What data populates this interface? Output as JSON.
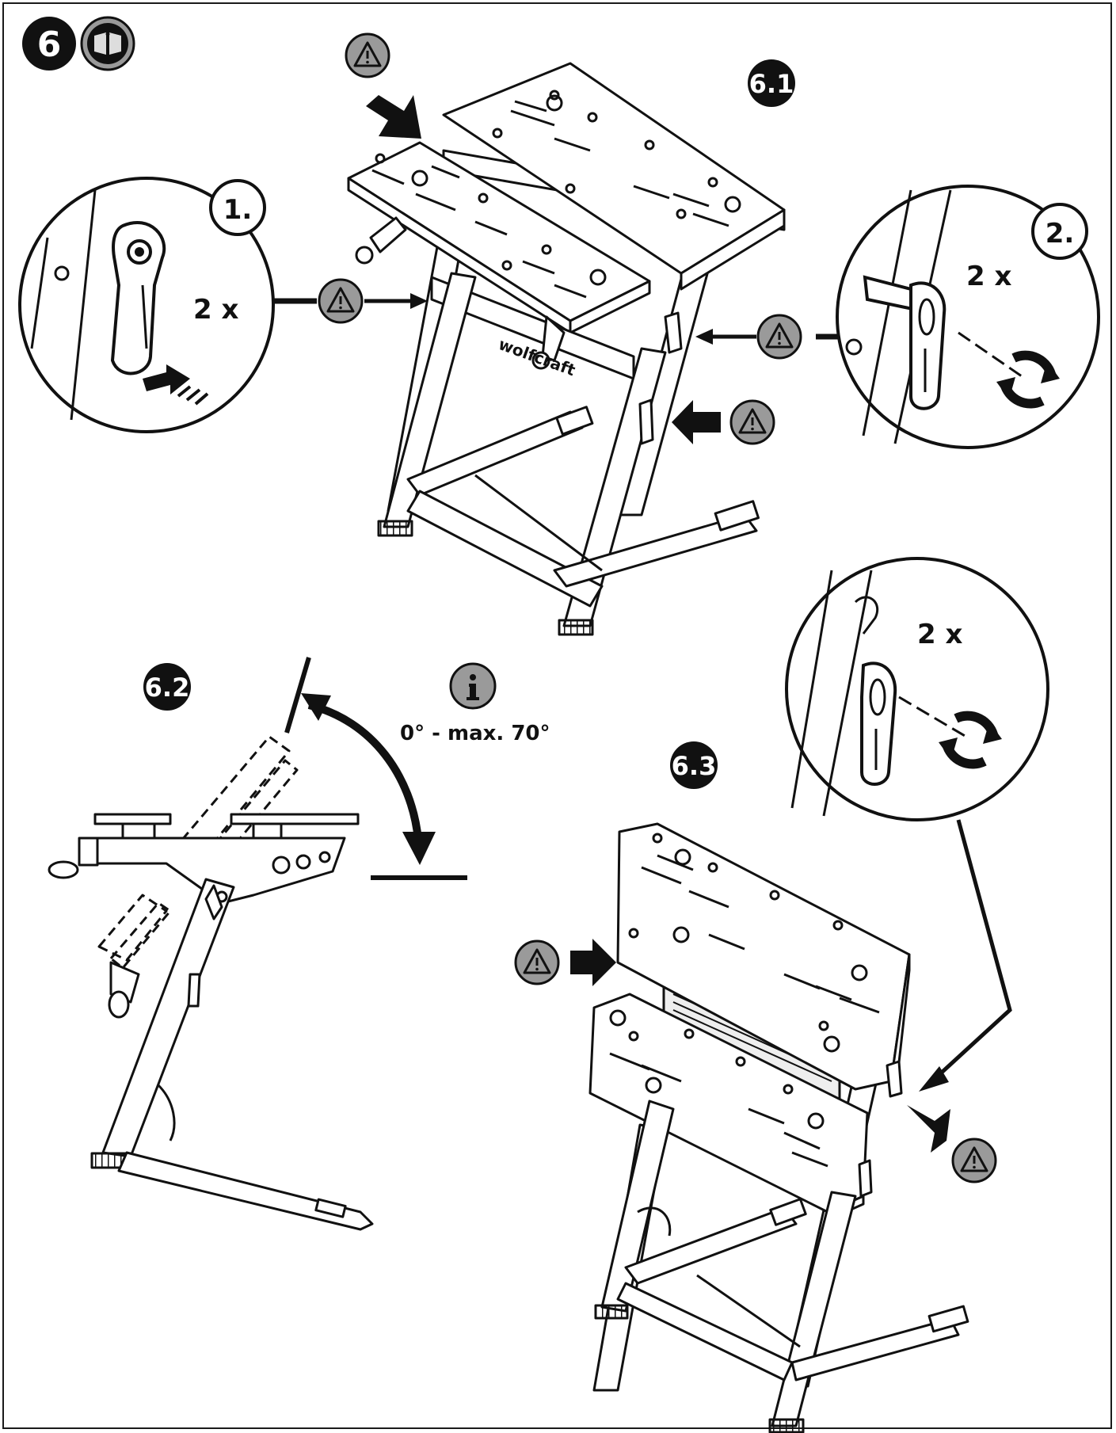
{
  "step": {
    "number": "6",
    "manual_icon": "manual-info-icon"
  },
  "sub_steps": {
    "s1": "6.1",
    "s2": "6.2",
    "s3": "6.3"
  },
  "callouts": {
    "c1": {
      "index": "1.",
      "count": "2 x"
    },
    "c2": {
      "index": "2.",
      "count": "2 x"
    },
    "c3": {
      "count": "2 x"
    }
  },
  "bench_brand": "wolfcraft",
  "angle": {
    "label": "0° - max. 70°",
    "info_icon": "info-icon"
  },
  "icons": {
    "warning": "warning-triangle-icon",
    "rotate": "rotate-arrows-icon",
    "push": "push-arrow-icon"
  },
  "colors": {
    "ink": "#111111",
    "warning_fill": "#9a9a9a",
    "badge_fill": "#111111"
  }
}
